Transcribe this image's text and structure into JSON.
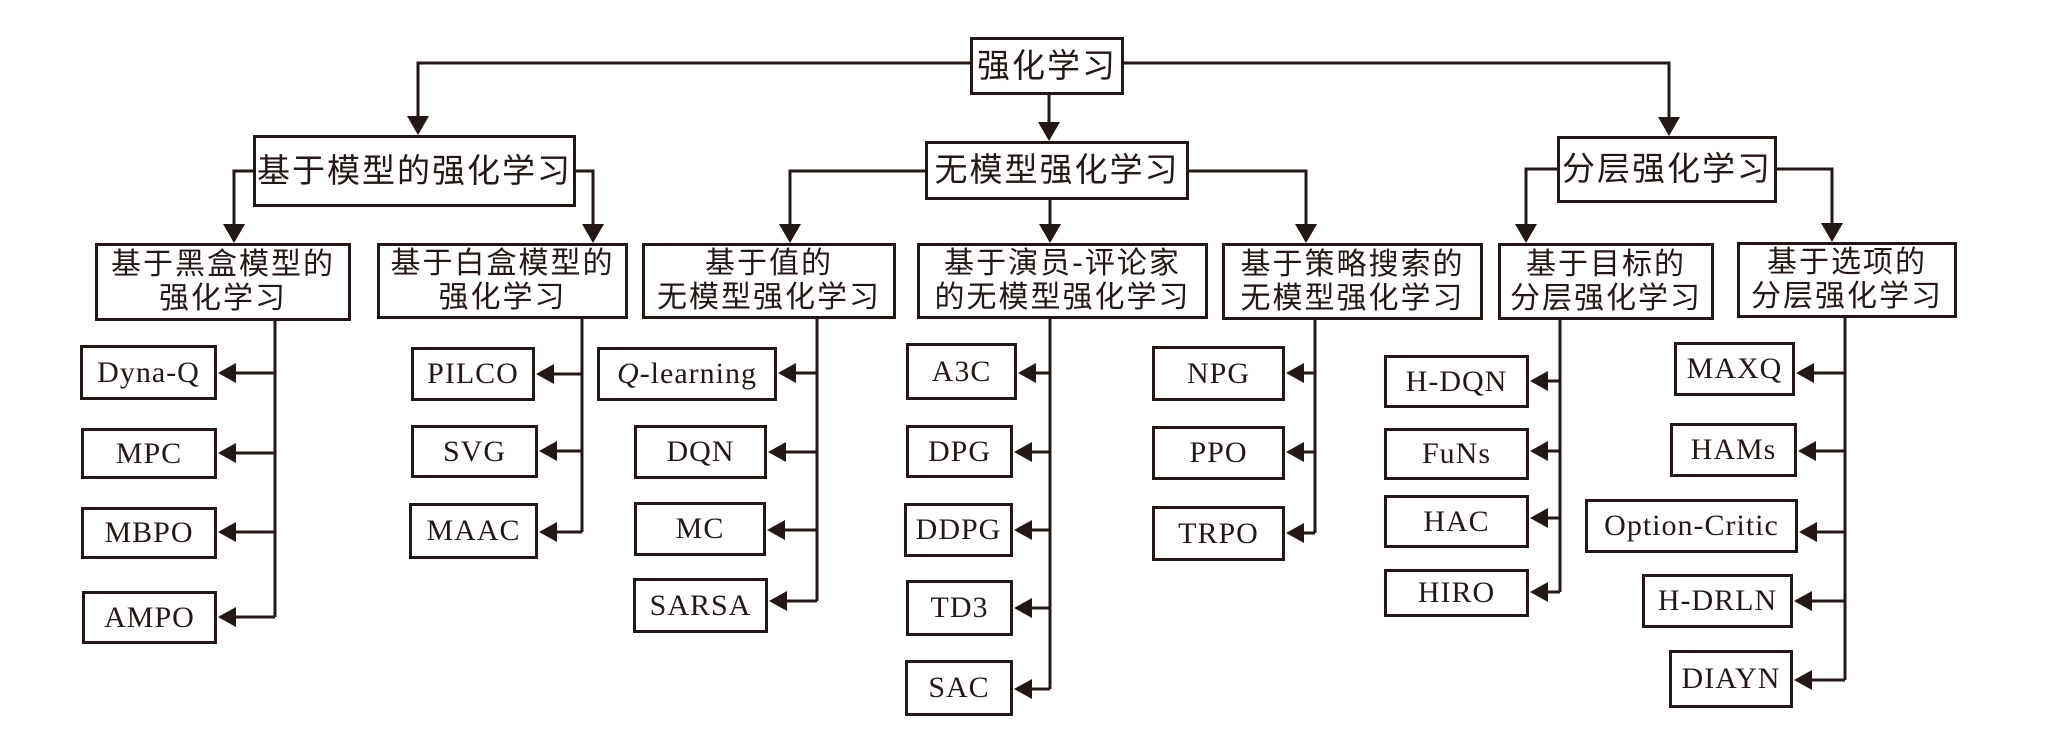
{
  "diagram": {
    "type": "tree",
    "line_color": "#231815",
    "root": {
      "id": "rl",
      "label": "强化学习"
    },
    "level1": [
      {
        "id": "mbrl",
        "label": "基于模型的强化学习"
      },
      {
        "id": "mfrl",
        "label": "无模型强化学习"
      },
      {
        "id": "hrl",
        "label": "分层强化学习"
      }
    ],
    "level2": [
      {
        "id": "blackbox",
        "parent": "mbrl",
        "lines": [
          "基于黑盒模型的",
          "强化学习"
        ],
        "leaves": [
          "Dyna-Q",
          "MPC",
          "MBPO",
          "AMPO"
        ]
      },
      {
        "id": "whitebox",
        "parent": "mbrl",
        "lines": [
          "基于白盒模型的",
          "强化学习"
        ],
        "leaves": [
          "PILCO",
          "SVG",
          "MAAC"
        ]
      },
      {
        "id": "valuebased",
        "parent": "mfrl",
        "lines": [
          "基于值的",
          "无模型强化学习"
        ],
        "leaves": [
          "Q-learning",
          "DQN",
          "MC",
          "SARSA"
        ]
      },
      {
        "id": "actorcritic",
        "parent": "mfrl",
        "lines": [
          "基于演员-评论家",
          "的无模型强化学习"
        ],
        "leaves": [
          "A3C",
          "DPG",
          "DDPG",
          "TD3",
          "SAC"
        ]
      },
      {
        "id": "policysearch",
        "parent": "mfrl",
        "lines": [
          "基于策略搜索的",
          "无模型强化学习"
        ],
        "leaves": [
          "NPG",
          "PPO",
          "TRPO"
        ]
      },
      {
        "id": "goalbased",
        "parent": "hrl",
        "lines": [
          "基于目标的",
          "分层强化学习"
        ],
        "leaves": [
          "H-DQN",
          "FuNs",
          "HAC",
          "HIRO"
        ]
      },
      {
        "id": "optionbased",
        "parent": "hrl",
        "lines": [
          "基于选项的",
          "分层强化学习"
        ],
        "leaves": [
          "MAXQ",
          "HAMs",
          "Option-Critic",
          "H-DRLN",
          "DIAYN"
        ]
      }
    ],
    "italic_prefix": {
      "Q-learning": "Q"
    }
  }
}
